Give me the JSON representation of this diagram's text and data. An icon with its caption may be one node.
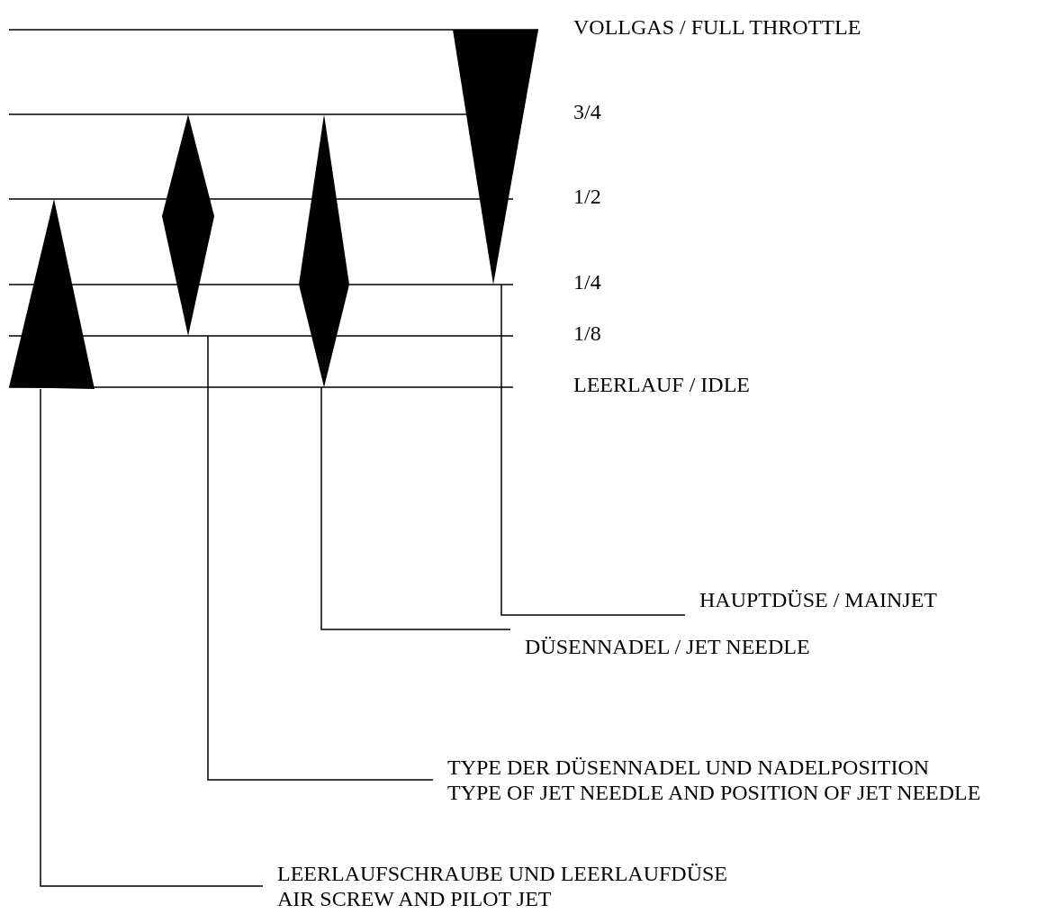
{
  "diagram": {
    "nodes": [
      {
        "text": [],
        "shape": "triangle"
      },
      {
        "text": [],
        "shape": "diamond"
      },
      {
        "text": [],
        "shape": "diamond"
      },
      {
        "text": [],
        "shape": "triangle"
      },
      {
        "text": [
          "HAUPTDÜSE / MAINJET"
        ]
      },
      {
        "text": [
          "DÜSENNADEL / JET NEEDLE"
        ]
      },
      {
        "text": [
          "TYPE DER DÜSENNADEL UND NADELPOSITION",
          "TYPE OF JET NEEDLE AND POSITION OF JET NEEDLE"
        ]
      },
      {
        "text": [
          "LEERLAUFSCHRAUBE UND LEERLAUFDÜSE",
          "AIR SCREW AND PILOT JET"
        ]
      }
    ],
    "edges": [
      {
        "from": 4,
        "to": 3,
        "arrow": "none"
      },
      {
        "from": 5,
        "to": 2,
        "arrow": "none"
      },
      {
        "from": 6,
        "to": 1,
        "arrow": "none"
      },
      {
        "from": 7,
        "to": 0,
        "arrow": "none"
      }
    ],
    "labels": [
      "VOLLGAS / FULL THROTTLE",
      "3/4",
      "1/2",
      "1/4",
      "1/8",
      "LEERLAUF / IDLE"
    ]
  }
}
